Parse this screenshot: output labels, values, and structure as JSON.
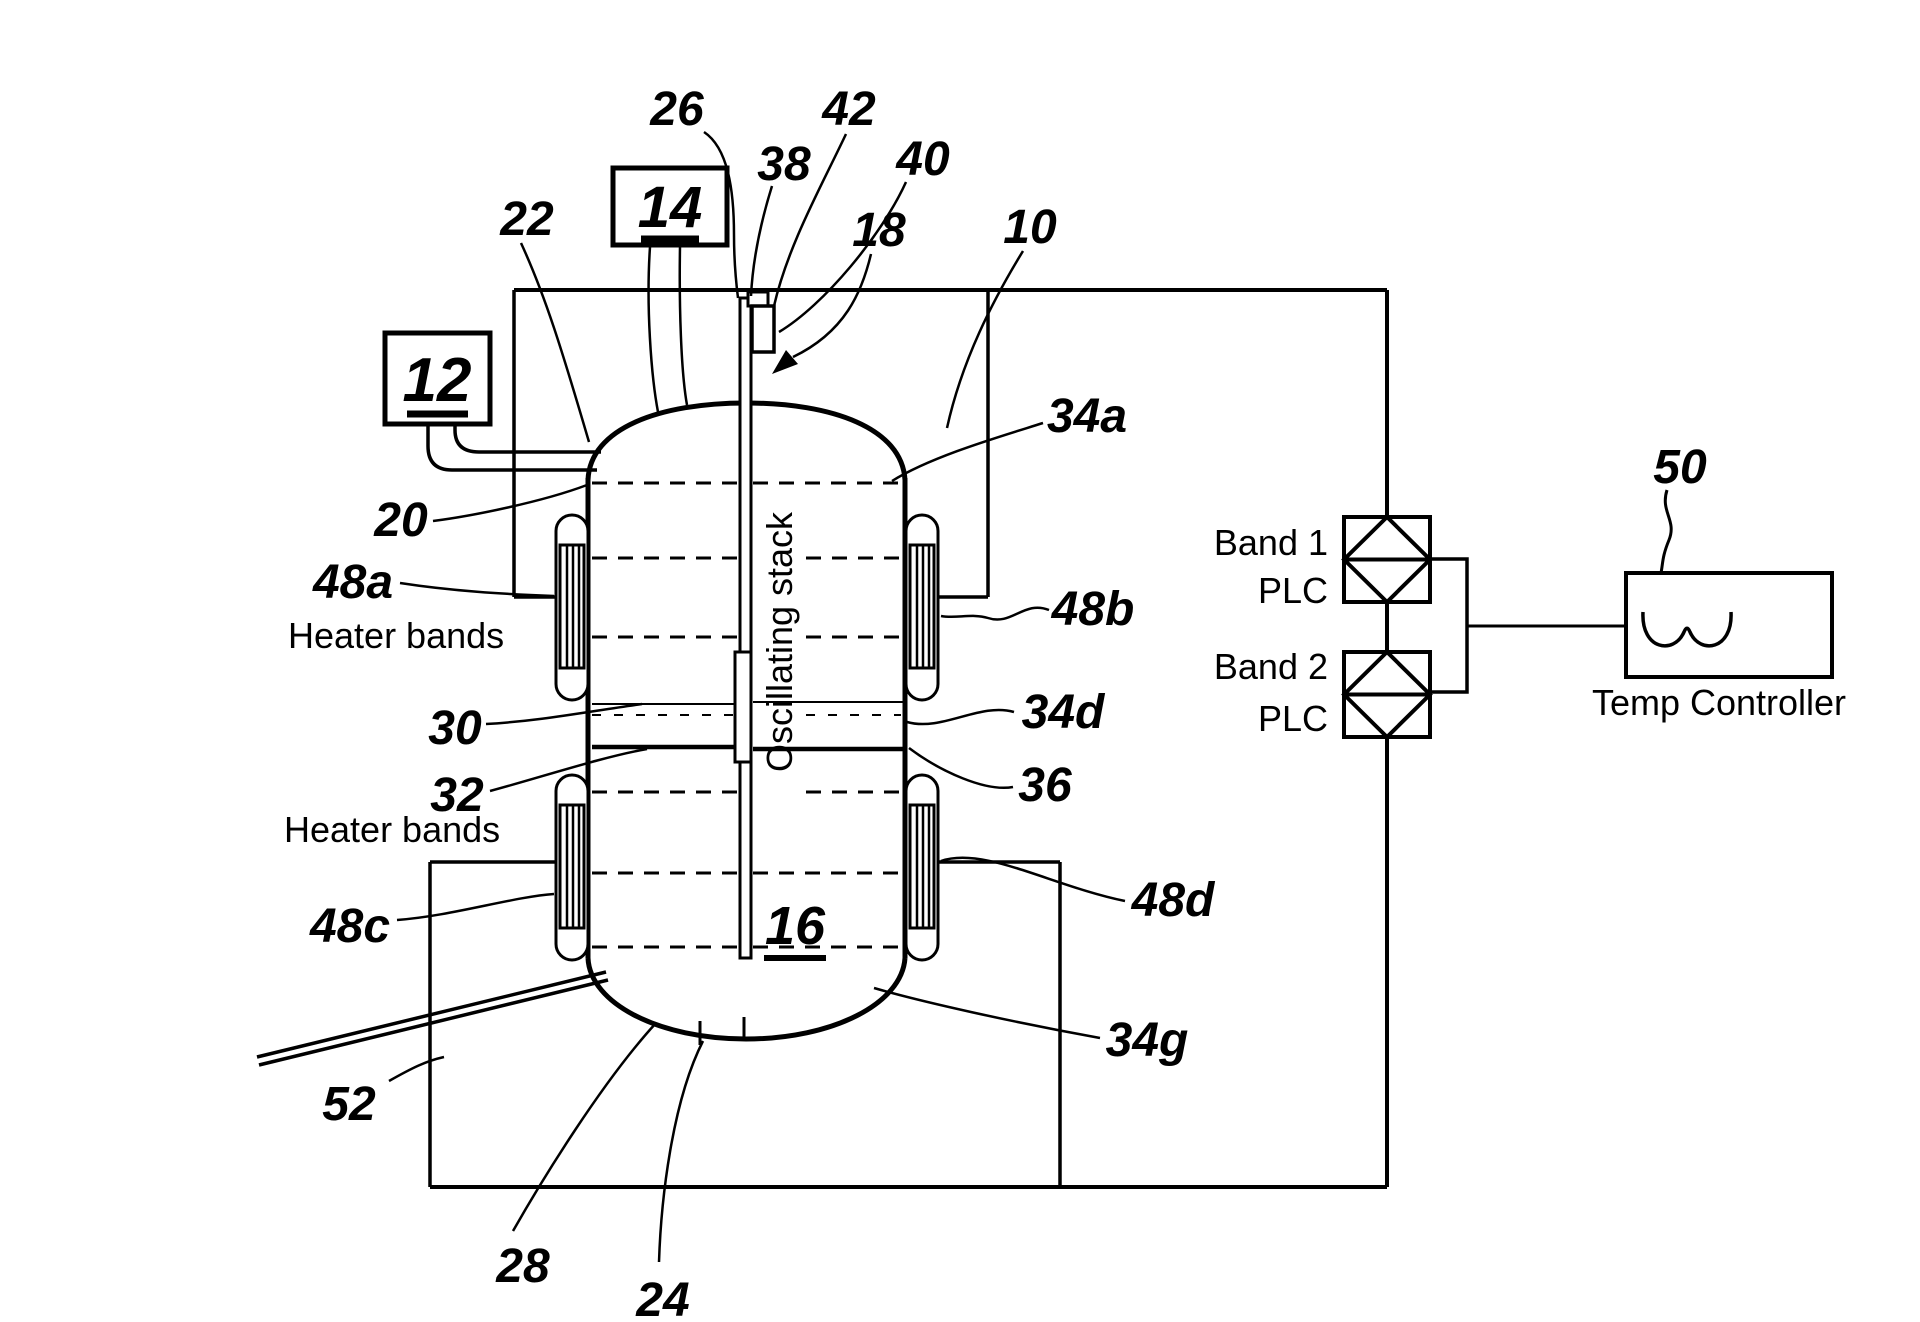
{
  "figure": {
    "background": "#ffffff",
    "line_color": "#000000",
    "reference_numerals": {
      "r10": "10",
      "r18": "18",
      "r20": "20",
      "r22": "22",
      "r24": "24",
      "r26": "26",
      "r28": "28",
      "r30": "30",
      "r32": "32",
      "r34a": "34a",
      "r34d": "34d",
      "r34g": "34g",
      "r36": "36",
      "r38": "38",
      "r40": "40",
      "r42": "42",
      "r48a": "48a",
      "r48b": "48b",
      "r48c": "48c",
      "r48d": "48d",
      "r50": "50",
      "r52": "52"
    },
    "boxed_numerals": {
      "r12": "12",
      "r14": "14",
      "r16": "16"
    },
    "annotations": {
      "heater_bands_upper": "Heater bands",
      "heater_bands_lower": "Heater bands",
      "oscillating_stack": "Oscillating stack",
      "band1_line1": "Band 1",
      "band1_line2": "PLC",
      "band2_line1": "Band 2",
      "band2_line2": "PLC",
      "temp_controller": "Temp Controller"
    }
  }
}
